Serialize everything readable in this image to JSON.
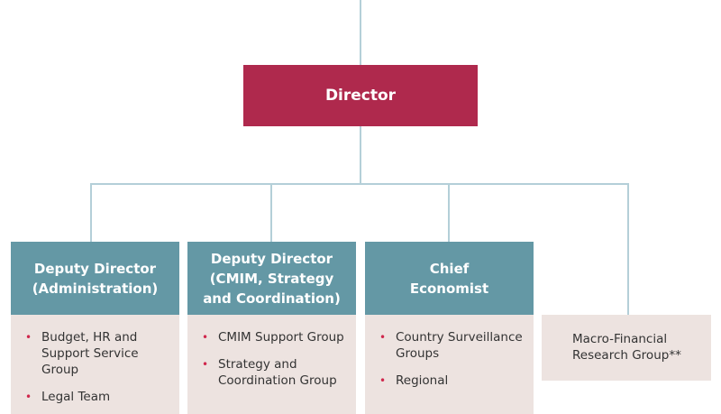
{
  "chart": {
    "top": {
      "label": "Director",
      "color": "#af294d"
    },
    "units": [
      {
        "title": "Deputy Director (Administration)",
        "items": [
          "Budget, HR and Support Service Group",
          "Legal Team"
        ]
      },
      {
        "title": "Deputy Director (CMIM, Strategy and Coordination)",
        "items": [
          "CMIM Support Group",
          "Strategy and Coordination Group"
        ]
      },
      {
        "title": "Chief Economist",
        "items": [
          "Country Surveillance Groups",
          "Regional"
        ]
      }
    ],
    "standalone": {
      "label": "Macro-Financial Research Group**"
    },
    "colors": {
      "header": "#6498a5",
      "body": "#ede3e0",
      "bullet": "#d0274d",
      "connector": "#b4cfd8"
    }
  }
}
